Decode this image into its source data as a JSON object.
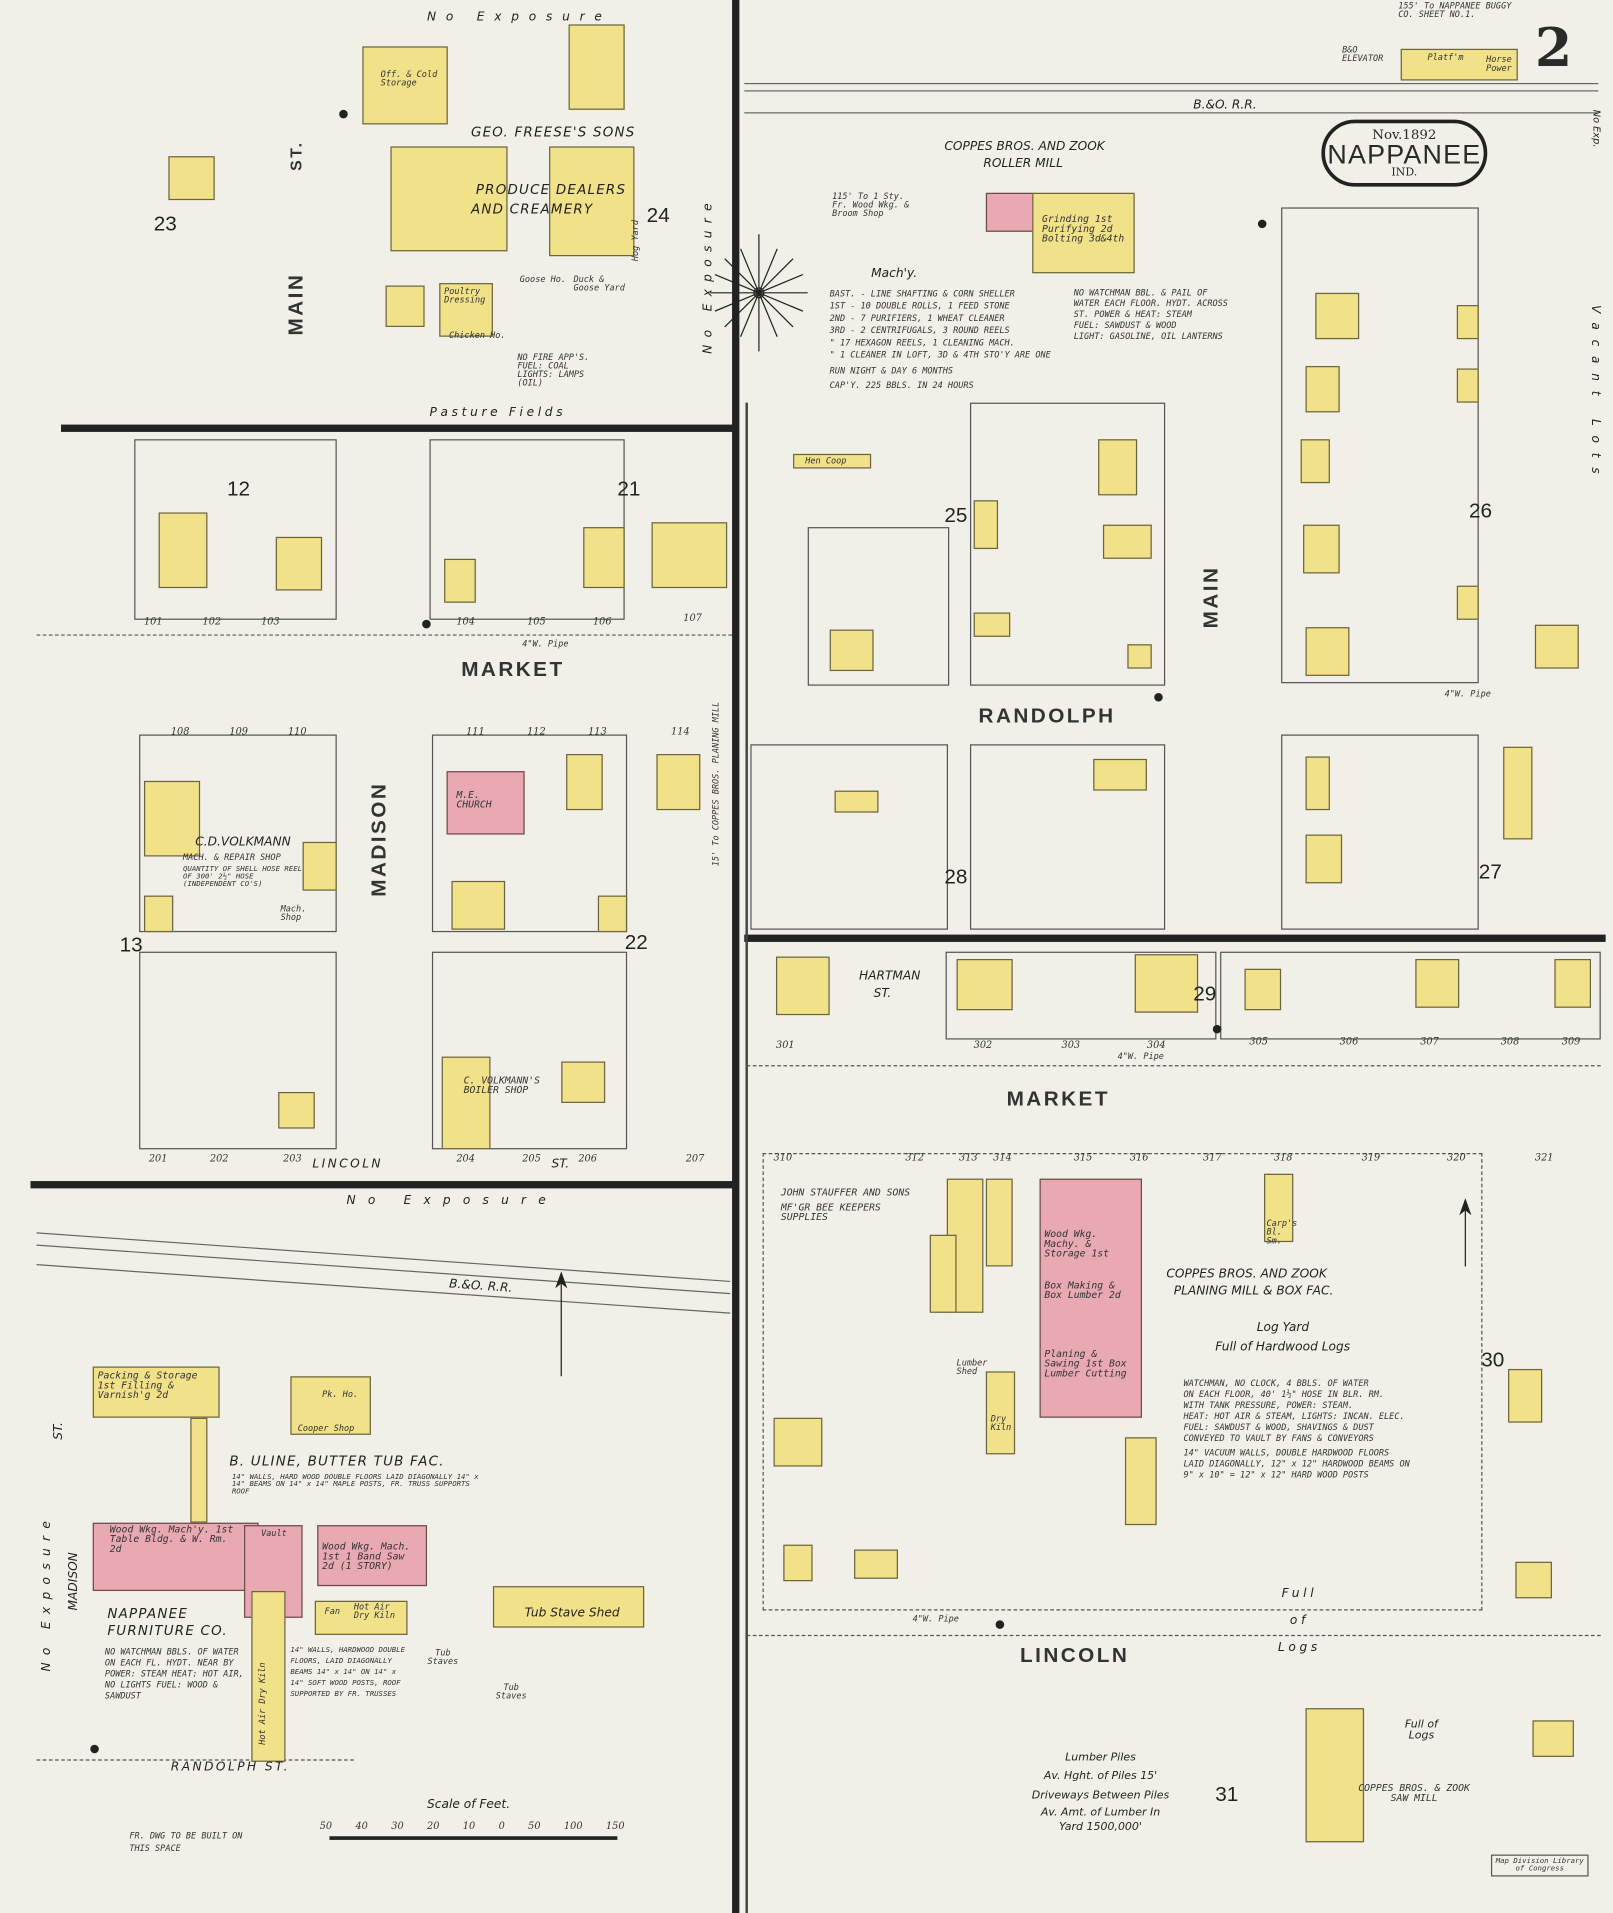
{
  "sheet": {
    "number": "2",
    "date": "Nov.1892",
    "town": "NAPPANEE",
    "state": "IND."
  },
  "colors": {
    "frame_building": "#f1e189",
    "brick_building": "#e8a9b3",
    "paper": "#f1f0e8",
    "ink": "#222222"
  },
  "icons": [
    "compass-rose-icon",
    "north-arrow-icon",
    "hydrant-icon"
  ],
  "streets": {
    "main_left": "MAIN",
    "st": "ST.",
    "market_left": "MARKET",
    "madison": "MADISON",
    "lincoln_left": "LINCOLN",
    "lincoln_st": "ST.",
    "randolph_right": "RANDOLPH",
    "main_right": "MAIN",
    "market_right": "MARKET",
    "hartman": "HARTMAN",
    "hartman_st": "ST.",
    "lincoln_right": "LINCOLN",
    "randolph_bottom": "RANDOLPH ST.",
    "madison_bottom": "MADISON",
    "madison_st": "ST."
  },
  "blocks": [
    "23",
    "24",
    "12",
    "21",
    "13",
    "22",
    "25",
    "26",
    "28",
    "27",
    "29",
    "30",
    "31"
  ],
  "railroads": {
    "top": "B.&O. R.R.",
    "middle": "B.&O. R.R."
  },
  "exposures": {
    "top": "No Exposure",
    "left_vertical": "No Exposure",
    "middle": "No Exposure",
    "bottom_left": "No Exposure",
    "vacant": "Vacant Lots",
    "no_exp_right": "No Exp."
  },
  "labels": {
    "bo_elevator": "B&O ELEVATOR",
    "platfm": "Platf'm",
    "horse_power": "Horse Power",
    "to_nappanee": "155' To NAPPANEE BUGGY CO. SHEET NO.1.",
    "geo_freese": "GEO. FREESE'S SONS",
    "produce": "PRODUCE DEALERS",
    "creamery": "AND CREAMERY",
    "cold_storage": "Off. & Cold Storage",
    "poultry_dressing": "Poultry Dressing",
    "chicken_ho": "Chicken Ho.",
    "goose_ho": "Goose Ho.",
    "duck_yard": "Duck & Goose Yard",
    "hog_yard": "Hog Yard",
    "pasture": "Pasture Fields",
    "freese_notes": "NO FIRE APP'S. FUEL: COAL LIGHTS: LAMPS (OIL)",
    "coppes_roller": "COPPES BROS. AND ZOOK",
    "roller_mill": "ROLLER MILL",
    "grinding": "Grinding 1st Purifying 2d Bolting 3d&4th",
    "to_wood_wkg": "115' To 1 Sty. Fr. Wood Wkg. & Broom Shop",
    "machy_title": "Mach'y.",
    "machy_lines": [
      "BAST. - LINE SHAFTING & CORN SHELLER",
      "1ST - 10 DOUBLE ROLLS, 1 FEED STONE",
      "2ND - 7 PURIFIERS, 1 WHEAT CLEANER",
      "3RD - 2 CENTRIFUGALS, 3 ROUND REELS",
      "\" 17 HEXAGON REELS, 1 CLEANING MACH.",
      "\" 1 CLEANER IN LOFT, 3D & 4TH STO'Y ARE ONE",
      "RUN NIGHT & DAY 6 MONTHS",
      "CAP'Y. 225 BBLS. IN 24 HOURS"
    ],
    "mill_notes": [
      "NO WATCHMAN BBL. & PAIL OF",
      "WATER EACH FLOOR. HYDT. ACROSS",
      "ST. POWER & HEAT: STEAM",
      "FUEL: SAWDUST & WOOD",
      "LIGHT: GASOLINE, OIL LANTERNS"
    ],
    "hen_coop": "Hen Coop",
    "four_w_pipe": "4\"W. Pipe",
    "volkmann": "C.D.VOLKMANN",
    "volkmann_shop": "MACH. & REPAIR SHOP",
    "volkmann_note": "QUANTITY OF SHELL HOSE REEL OF 300' 2½\" HOSE (INDEPENDENT CO'S)",
    "mach_shop": "Mach. Shop",
    "me_church": "M.E. CHURCH",
    "boiler_shop": "C. VOLKMANN'S BOILER SHOP",
    "to_planing": "15' To COPPES BROS. PLANING MILL",
    "stauffer": "JOHN STAUFFER AND SONS",
    "bee_keepers": "MF'GR BEE KEEPERS SUPPLIES",
    "coppes_planing": "COPPES BROS. AND ZOOK",
    "planing_mill": "PLANING MILL & BOX FAC.",
    "log_yard": "Log Yard",
    "hardwood_logs": "Full of Hardwood Logs",
    "wood_wkg_storage": "Wood Wkg. Machy. & Storage 1st",
    "box_making": "Box Making & Box Lumber 2d",
    "planing_sawing": "Planing & Sawing 1st Box Lumber Cutting",
    "carp_bl_sm": "Carp's Bl. Sm.",
    "lumber_shed": "Lumber Shed",
    "dry_kiln": "Dry Kiln",
    "planing_notes": [
      "WATCHMAN, NO CLOCK, 4 BBLS. OF WATER",
      "ON EACH FLOOR, 40' 1½\" HOSE IN BLR. RM.",
      "WITH TANK PRESSURE, POWER: STEAM.",
      "HEAT: HOT AIR & STEAM, LIGHTS: INCAN. ELEC.",
      "FUEL: SAWDUST & WOOD, SHAVINGS & DUST",
      "CONVEYED TO VAULT BY FANS & CONVEYORS",
      "14\" VACUUM WALLS, DOUBLE HARDWOOD FLOORS",
      "LAID DIAGONALLY, 12\" x 12\" HARDWOOD BEAMS ON",
      "9\" x 10\" = 12\" x 12\" HARD WOOD POSTS"
    ],
    "full_of_logs": "Full of Logs",
    "lumber_piles": [
      "Lumber Piles",
      "Av. Hght. of Piles 15'",
      "Driveways Between Piles",
      "Av. Amt. of Lumber In Yard 1500,000'"
    ],
    "saw_mill": "COPPES BROS. & ZOOK SAW MILL",
    "full_logs_right": "Full of Logs",
    "uline": "B. ULINE, BUTTER TUB FAC.",
    "uline_note": "14\" WALLS, HARD WOOD DOUBLE FLOORS LAID DIAGONALLY 14\" x 14\" BEAMS ON 14\" x 14\" MAPLE POSTS, FR. TRUSS SUPPORTS ROOF",
    "packing": "Packing & Storage 1st Filling & Varnish'g 2d",
    "cooper_shop": "Cooper Shop",
    "pk_ho": "Pk. Ho.",
    "wood_wkg_table": "Wood Wkg. Mach'y. 1st Table Bldg. & W. Rm. 2d",
    "vault": "Vault",
    "wood_wkg_band": "Wood Wkg. Mach. 1st 1 Band Saw 2d (1 STORY)",
    "fan": "Fan",
    "hot_air_kiln": "Hot Air Dry Kiln",
    "hot_air_kiln_long": "Hot Air Dry Kiln",
    "tub_staves": "Tub Staves",
    "tub_stave_shed": "Tub Stave Shed",
    "nappanee_furniture": "NAPPANEE FURNITURE CO.",
    "furniture_notes": "NO WATCHMAN BBLS. OF WATER ON EACH FL. HYDT. NEAR BY POWER: STEAM HEAT: HOT AIR, NO LIGHTS FUEL: WOOD & SAWDUST",
    "furniture_walls": "14\" WALLS, HARDWOOD DOUBLE FLOORS, LAID DIAGONALLY BEAMS 14\" x 14\" ON 14\" x 14\" SOFT WOOD POSTS, ROOF SUPPORTED BY FR. TRUSSES",
    "fr_dwg": "FR. DWG TO BE BUILT ON THIS SPACE",
    "scale": "Scale of Feet.",
    "scale_ticks": [
      "50",
      "40",
      "30",
      "20",
      "10",
      "0",
      "50",
      "100",
      "150"
    ],
    "stamp": "Map Division Library of Congress"
  },
  "street_numbers": [
    "101",
    "102",
    "103",
    "104",
    "105",
    "106",
    "107",
    "108",
    "109",
    "110",
    "111",
    "112",
    "113",
    "114",
    "201",
    "202",
    "203",
    "204",
    "205",
    "206",
    "207",
    "301",
    "302",
    "303",
    "304",
    "305",
    "306",
    "307",
    "308",
    "309",
    "310",
    "312",
    "313",
    "314",
    "315",
    "316",
    "317",
    "318",
    "319",
    "320",
    "321"
  ]
}
